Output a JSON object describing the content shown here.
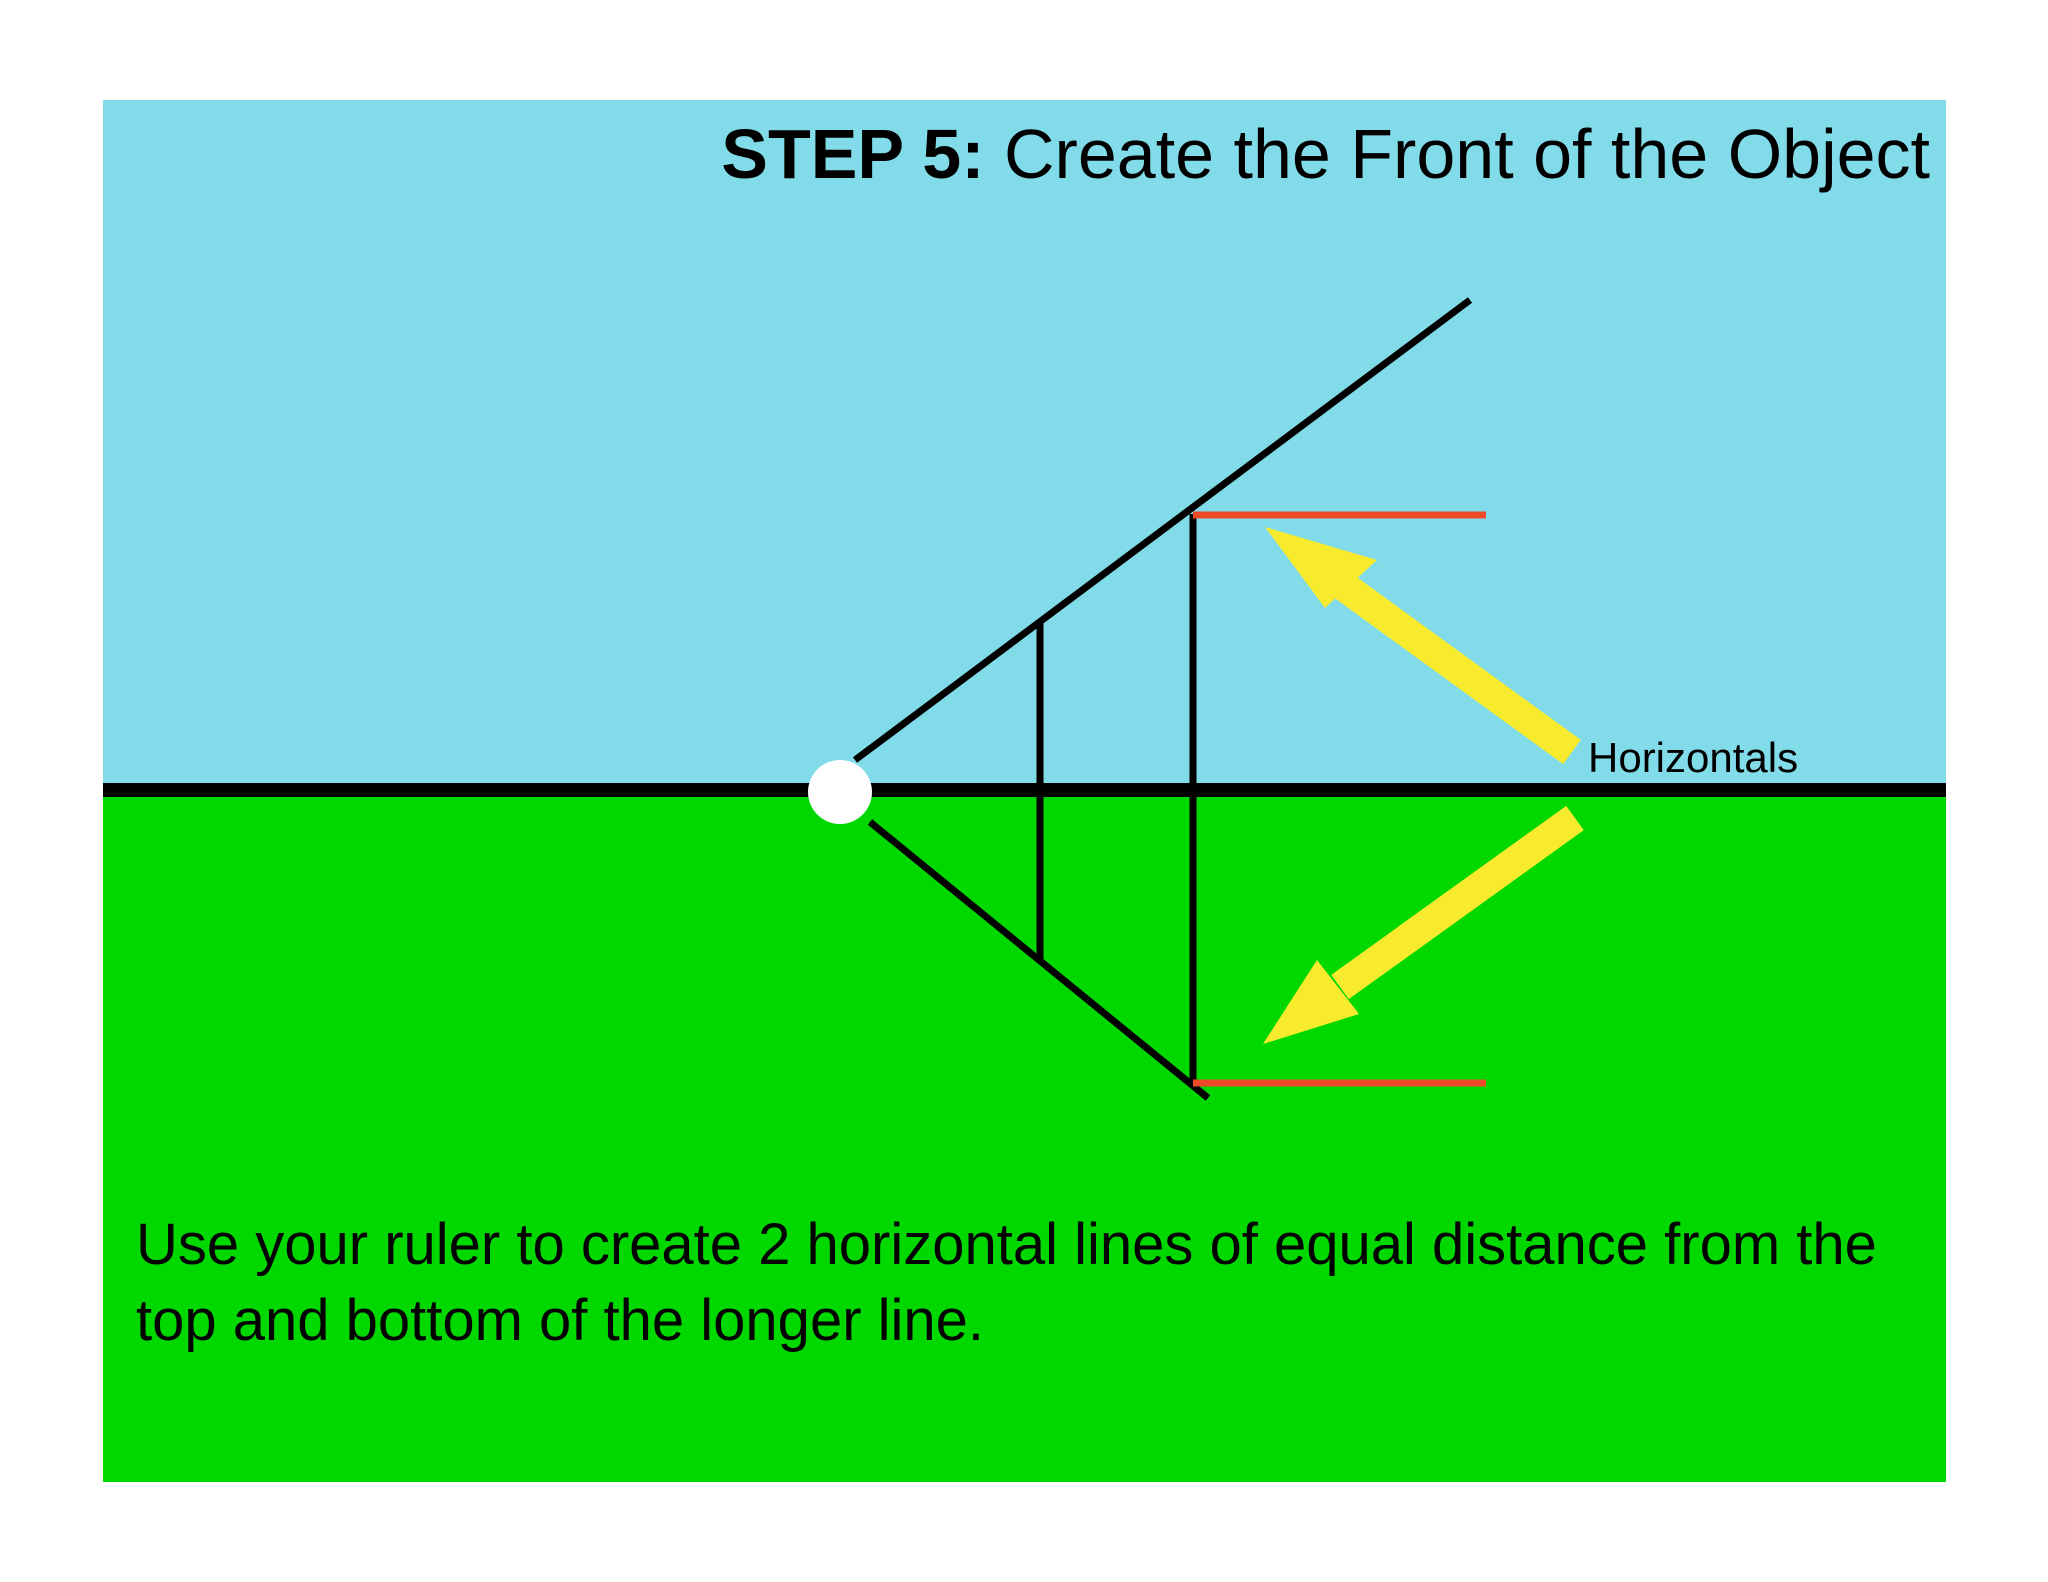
{
  "slide": {
    "title_step": "STEP 5:",
    "title_text": "Create the Front of the Object",
    "callout_label": "Horizontals",
    "instructions": "Use your ruler to create 2 horizontal lines of equal distance from the top and bottom of the longer line."
  },
  "colors": {
    "sky": "#82DBE8",
    "ground": "#00D800",
    "horizon_line": "#000000",
    "construction_line": "#000000",
    "horizontal_line": "#EE4A2A",
    "arrow": "#F8EB2E",
    "vanishing_point": "#FFFFFF"
  },
  "icons": {
    "vanishing_point": "white-circle",
    "arrows": "yellow-arrow"
  }
}
